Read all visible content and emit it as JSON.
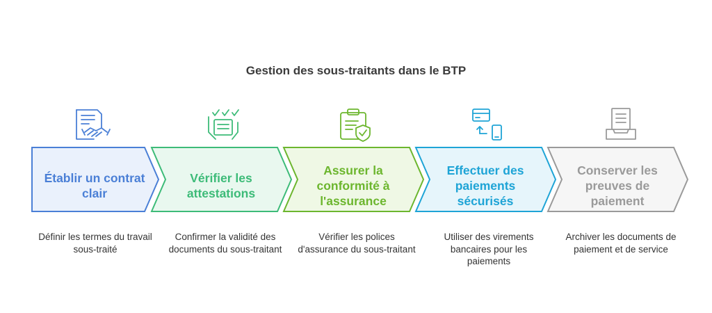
{
  "title": "Gestion des sous-traitants dans le BTP",
  "steps": [
    {
      "label": "Établir un contrat clair",
      "description": "Définir les termes du travail sous-traité",
      "color": "#4a7fd6",
      "fill": "#eaf1fc",
      "icon": "contract-handshake-icon"
    },
    {
      "label": "Vérifier les attestations",
      "description": "Confirmer la validité des documents du sous-traitant",
      "color": "#3dbb78",
      "fill": "#e9f8ef",
      "icon": "checklist-hand-icon"
    },
    {
      "label": "Assurer la conformité à l'assurance",
      "description": "Vérifier les polices d'assurance du sous-traitant",
      "color": "#6cb62e",
      "fill": "#eff8e5",
      "icon": "clipboard-shield-icon"
    },
    {
      "label": "Effectuer des paiements sécurisés",
      "description": "Utiliser des virements bancaires pour les paiements",
      "color": "#1ea4d6",
      "fill": "#e6f5fb",
      "icon": "card-phone-icon"
    },
    {
      "label": "Conserver les preuves de paiement",
      "description": "Archiver les documents de paiement et de service",
      "color": "#9a9a9a",
      "fill": "#f6f6f6",
      "icon": "archive-tray-icon"
    }
  ]
}
